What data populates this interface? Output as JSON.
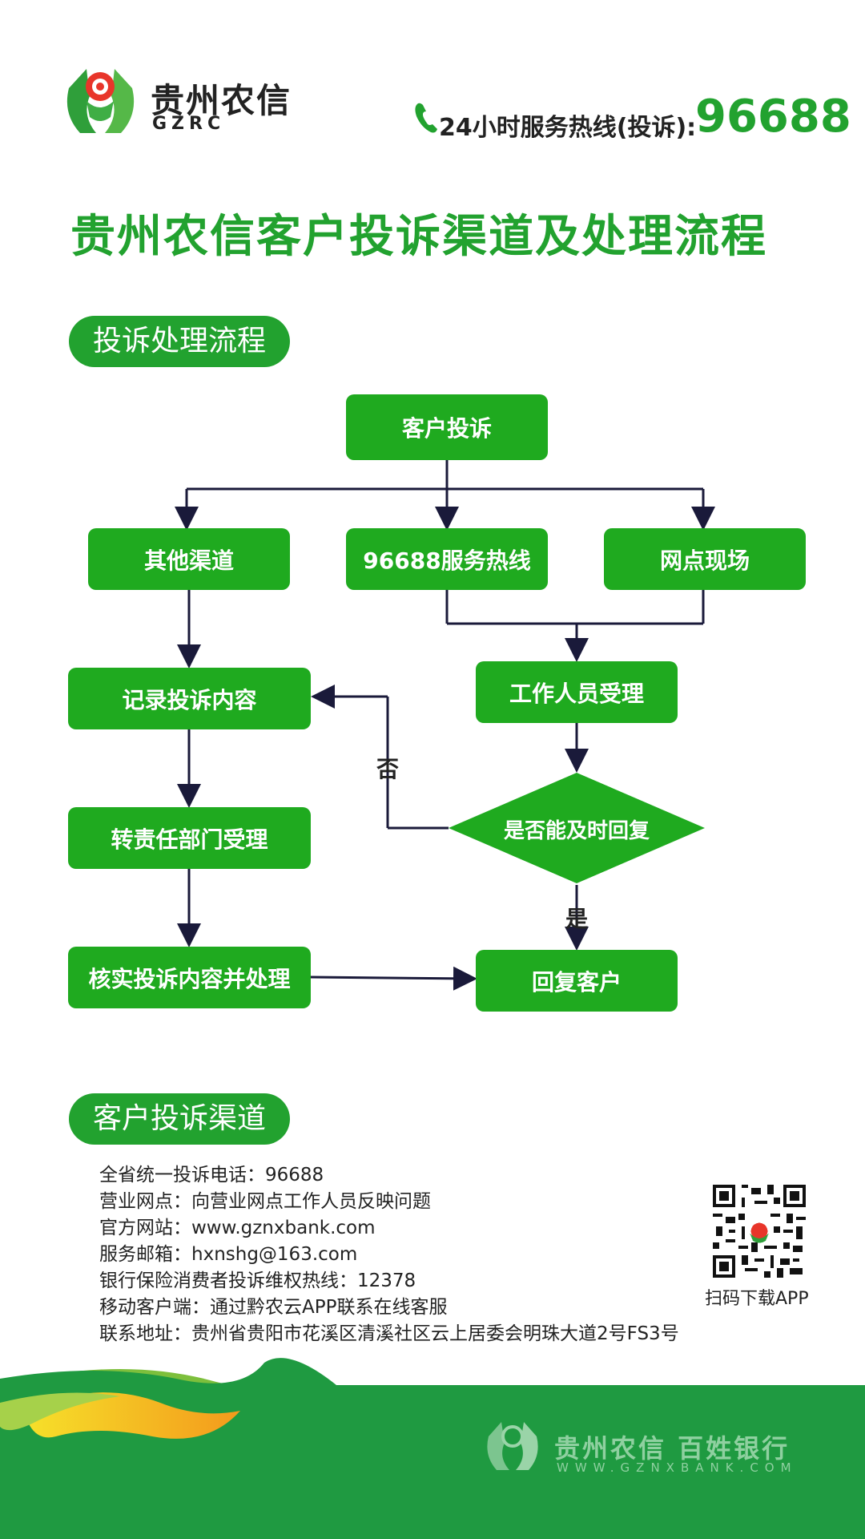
{
  "header": {
    "logo_cn": "贵州农信",
    "logo_en": "GZRC",
    "hotline_label": "24小时服务热线(投诉):",
    "hotline_number": "96688"
  },
  "title": "贵州农信客户投诉渠道及处理流程",
  "process": {
    "section_label": "投诉处理流程",
    "nodes": {
      "complaint": "客户投诉",
      "other_channels": "其他渠道",
      "hotline": "96688服务热线",
      "branch": "网点现场",
      "record": "记录投诉内容",
      "staff": "工作人员受理",
      "transfer": "转责任部门受理",
      "decision": "是否能及时回复",
      "verify": "核实投诉内容并处理",
      "reply": "回复客户"
    },
    "edge_labels": {
      "no": "否",
      "yes": "是"
    }
  },
  "channels": {
    "section_label": "客户投诉渠道",
    "lines": [
      "全省统一投诉电话：96688",
      "营业网点：向营业网点工作人员反映问题",
      "官方网站：www.gznxbank.com",
      "服务邮箱：hxnshg@163.com",
      "银行保险消费者投诉维权热线：12378",
      "移动客户端：通过黔农云APP联系在线客服",
      "联系地址：贵州省贵阳市花溪区清溪社区云上居委会明珠大道2号FS3号"
    ],
    "qr_caption": "扫码下载APP"
  },
  "footer": {
    "brand": "贵州农信  百姓银行",
    "url": "WWW.GZNXBANK.COM"
  },
  "colors": {
    "brand_green": "#22a22f",
    "box_green": "#1faa1f",
    "footer_green": "#1f9a41"
  },
  "icons": [
    "logo-icon",
    "phone-icon",
    "qr-code-icon"
  ]
}
